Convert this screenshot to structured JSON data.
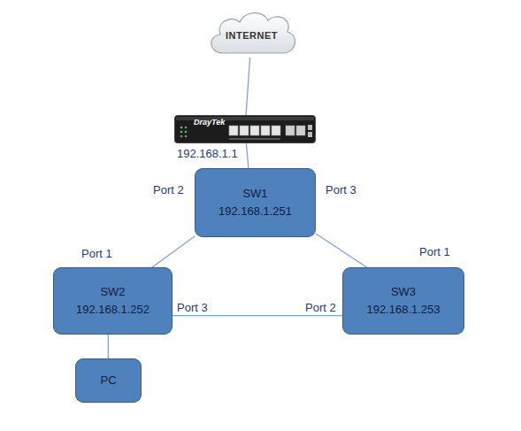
{
  "diagram": {
    "nodes": [
      {
        "text": [
          "INTERNET"
        ]
      },
      {
        "text": [
          "DrayTek",
          "192.168.1.1"
        ]
      },
      {
        "text": [
          "SW1",
          "192.168.1.251"
        ]
      },
      {
        "text": [
          "SW2",
          "192.168.1.252"
        ]
      },
      {
        "text": [
          "SW3",
          "192.168.1.253"
        ]
      },
      {
        "text": [
          "PC"
        ]
      }
    ],
    "edges": [
      {
        "from": 0,
        "to": 1,
        "arrow": "none"
      },
      {
        "from": 1,
        "to": 2,
        "arrow": "none"
      },
      {
        "from": 2,
        "to": 3,
        "arrow": "none"
      },
      {
        "from": 2,
        "to": 4,
        "arrow": "none"
      },
      {
        "from": 3,
        "to": 4,
        "arrow": "none"
      },
      {
        "from": 3,
        "to": 5,
        "arrow": "none"
      }
    ],
    "labels": [
      "Port 2",
      "Port 3",
      "Port 1",
      "Port 1",
      "Port 3",
      "Port 2"
    ]
  }
}
